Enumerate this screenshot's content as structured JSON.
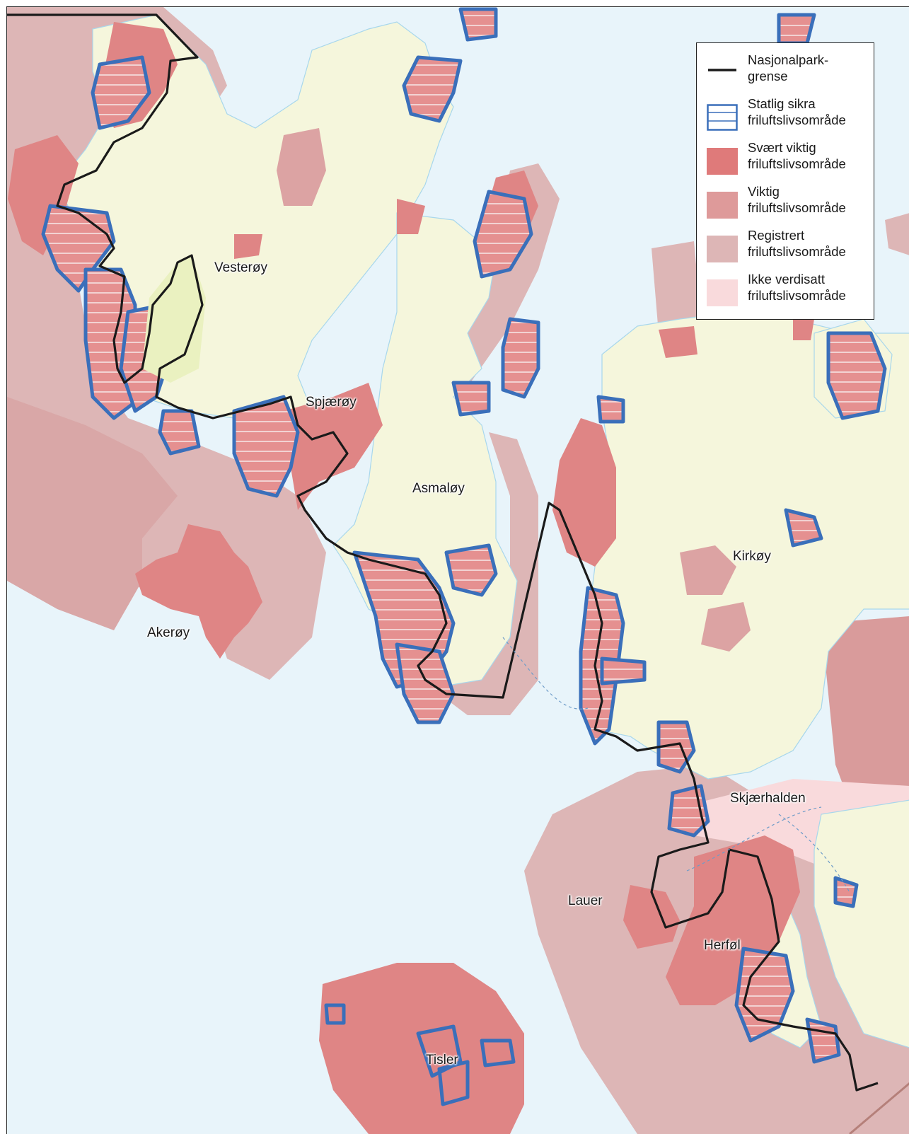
{
  "map": {
    "colors": {
      "sea": "#e8f4fa",
      "land": "#f5f6dc",
      "border": "#1a1a1a",
      "state_secured": "#3a6fba",
      "very_important": "#df7a7a",
      "important": "#de9a9a",
      "registered": "#ddb6b6",
      "not_valued": "#f9dadc"
    },
    "places": [
      {
        "key": "vesteroy",
        "label": "Vesterøy"
      },
      {
        "key": "spjaroy",
        "label": "Spjærøy"
      },
      {
        "key": "asmaloy",
        "label": "Asmaløy"
      },
      {
        "key": "akeroy",
        "label": "Akerøy"
      },
      {
        "key": "kirkoy",
        "label": "Kirkøy"
      },
      {
        "key": "skjarhalden",
        "label": "Skjærhalden"
      },
      {
        "key": "lauer",
        "label": "Lauer"
      },
      {
        "key": "herfol",
        "label": "Herføl"
      },
      {
        "key": "tisler",
        "label": "Tisler"
      }
    ]
  },
  "legend": {
    "items": [
      {
        "key": "border",
        "label": "Nasjonalpark-\ngrense",
        "swatch": "line"
      },
      {
        "key": "state_secured",
        "label": "Statlig sikra\nfriluftslivsområde",
        "swatch": "hatch"
      },
      {
        "key": "very_important",
        "label": "Svært viktig\nfriluftslivsområde",
        "swatch": "fill",
        "color": "#df7a7a"
      },
      {
        "key": "important",
        "label": "Viktig\nfriluftslivsområde",
        "swatch": "fill",
        "color": "#de9a9a"
      },
      {
        "key": "registered",
        "label": "Registrert\nfriluftslivsområde",
        "swatch": "fill",
        "color": "#ddb6b6"
      },
      {
        "key": "not_valued",
        "label": "Ikke verdisatt\nfriluftslivsområde",
        "swatch": "fill",
        "color": "#f9dadc"
      }
    ]
  }
}
